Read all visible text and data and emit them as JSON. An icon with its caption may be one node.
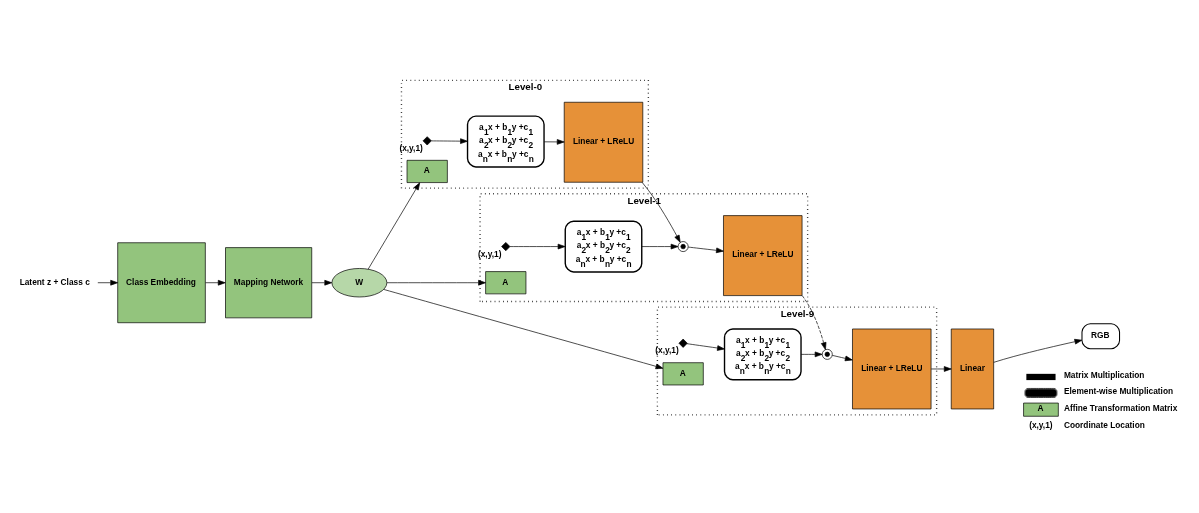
{
  "diagram": {
    "nodes": [
      {
        "text": [
          "Level-0"
        ]
      },
      {
        "text": [],
        "shape": "cross",
        "beside": [
          "(x,y,1)"
        ],
        "in": 0
      },
      {
        "text": [
          "A"
        ],
        "in": 0
      },
      {
        "text": [
          "a$_{1}$x + b$_{1}$y +c$_{1}$",
          "a$_{2}$x + b$_{2}$y +c$_{2}$",
          "a$_{n}$x + b$_{n}$y +c$_{n}$"
        ],
        "in": 0
      },
      {
        "text": [
          "Linear + LReLU"
        ],
        "in": 0
      },
      {
        "text": [
          "Level-1"
        ]
      },
      {
        "text": [],
        "shape": "circle",
        "in": 5
      },
      {
        "text": [
          "Linear + LReLU"
        ],
        "in": 5
      },
      {
        "text": [],
        "shape": "cross",
        "beside": [
          "(x,y,1)"
        ],
        "in": 5
      },
      {
        "text": [
          "a$_{1}$x + b$_{1}$y +c$_{1}$",
          "a$_{2}$x + b$_{2}$y +c$_{2}$",
          "a$_{n}$x + b$_{n}$y +c$_{n}$"
        ],
        "in": 5
      },
      {
        "text": [
          "A"
        ],
        "in": 5
      },
      {
        "text": [
          "Level-9"
        ]
      },
      {
        "text": [],
        "shape": "circle",
        "in": 11
      },
      {
        "text": [
          "Linear + LReLU"
        ],
        "in": 11
      },
      {
        "text": [],
        "shape": "cross",
        "beside": [
          "(x,y,1)"
        ],
        "in": 11
      },
      {
        "text": [
          "a$_{1}$x + b$_{1}$y +c$_{1}$",
          "a$_{2}$x + b$_{2}$y +c$_{2}$",
          "a$_{n}$x + b$_{n}$y +c$_{n}$"
        ],
        "in": 11
      },
      {
        "text": [
          "A"
        ],
        "in": 11
      },
      {
        "text": [
          "Linear"
        ]
      },
      {
        "text": [
          "RGB"
        ]
      },
      {
        "text": [
          "Latent z + Class c"
        ]
      },
      {
        "text": [
          "Class Embedding"
        ]
      },
      {
        "text": [
          "Mapping Network"
        ]
      },
      {
        "text": [
          "W"
        ]
      }
    ],
    "edges": [
      {
        "from": 1,
        "to": 3,
        "arrow": "to"
      },
      {
        "from": 3,
        "to": 4,
        "arrow": "to"
      },
      {
        "from": 4,
        "to": 6,
        "arrow": "to"
      },
      {
        "from": 9,
        "to": 6,
        "arrow": "to"
      },
      {
        "from": 6,
        "to": 7,
        "arrow": "to"
      },
      {
        "from": 8,
        "to": 9,
        "arrow": "to"
      },
      {
        "from": 7,
        "to": 12,
        "arrow": "to",
        "style": "dashed"
      },
      {
        "from": 15,
        "to": 12,
        "arrow": "to"
      },
      {
        "from": 12,
        "to": 13,
        "arrow": "to"
      },
      {
        "from": 14,
        "to": 15,
        "arrow": "to"
      },
      {
        "from": 13,
        "to": 17,
        "arrow": "to"
      },
      {
        "from": 17,
        "to": 18,
        "arrow": "to"
      },
      {
        "from": 19,
        "to": 20,
        "arrow": "to"
      },
      {
        "from": 20,
        "to": 21,
        "arrow": "to"
      },
      {
        "from": 21,
        "to": 22,
        "arrow": "to"
      },
      {
        "from": 22,
        "to": 2,
        "arrow": "to"
      },
      {
        "from": 22,
        "to": 10,
        "arrow": "to"
      },
      {
        "from": 22,
        "to": 16,
        "arrow": "to"
      }
    ],
    "labels": [
      "A",
      "(x,y,1)"
    ],
    "legend": [
      {
        "text": "Matrix Multiplication"
      },
      {
        "text": "Element-wise Multiplication"
      },
      {
        "text": "Affine Transformation Matrix",
        "color": "#93c47d"
      },
      {
        "text": "Coordinate Location"
      }
    ]
  }
}
